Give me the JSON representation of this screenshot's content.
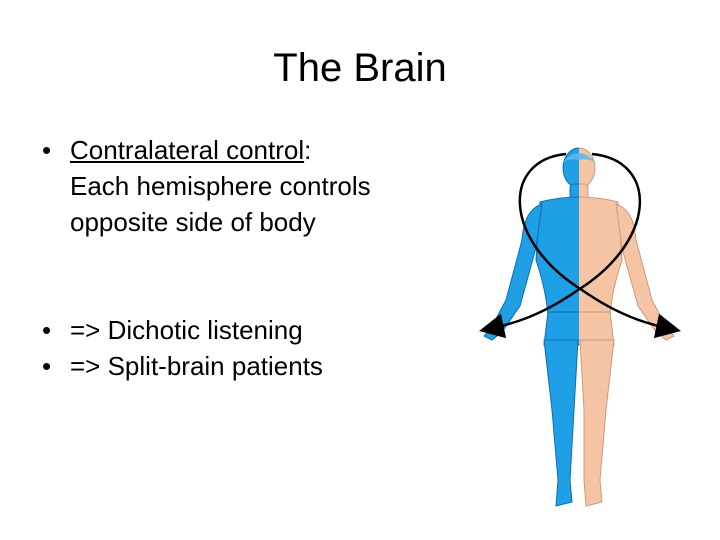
{
  "slide": {
    "title": "The Brain",
    "bullet_symbol": "•",
    "contralateral": {
      "term": "Contralateral control",
      "colon": ":",
      "description_line1": "Each hemisphere controls",
      "description_line2": "opposite side of body"
    },
    "items": [
      {
        "text": "=> Dichotic listening"
      },
      {
        "text": "=> Split-brain patients"
      }
    ]
  },
  "figure": {
    "left_side_color": "#1e9fe6",
    "right_side_color": "#f5c4a4",
    "arrow_color": "#000000"
  }
}
